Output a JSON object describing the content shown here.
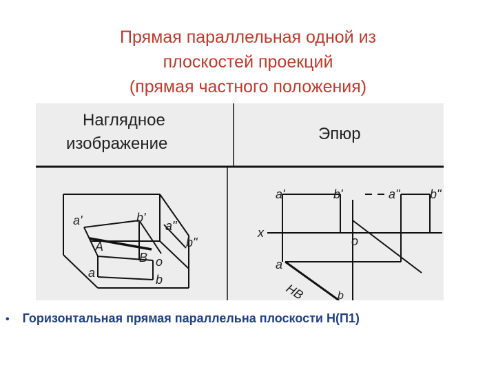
{
  "title": {
    "line1": "Прямая параллельная одной из",
    "line2": "плоскостей проекций",
    "line3": "(прямая частного положения)"
  },
  "figure": {
    "header_left_line1": "Наглядное",
    "header_left_line2": "изображение",
    "header_right": "Эпюр",
    "left_labels": {
      "a_prime": "a'",
      "b_prime": "b'",
      "a_dprime": "a\"",
      "b_dprime": "b\"",
      "A": "A",
      "B": "B",
      "a": "a",
      "b": "b",
      "o": "o"
    },
    "right_labels": {
      "a_prime": "a'",
      "b_prime": "b'",
      "a_dprime": "a\"",
      "b_dprime": "b\"",
      "x": "x",
      "o": "o",
      "a": "a",
      "HB": "HB",
      "b": "b"
    }
  },
  "bullet": {
    "symbol": "•",
    "text": "Горизонтальная прямая параллельна плоскости Н(П1)"
  }
}
